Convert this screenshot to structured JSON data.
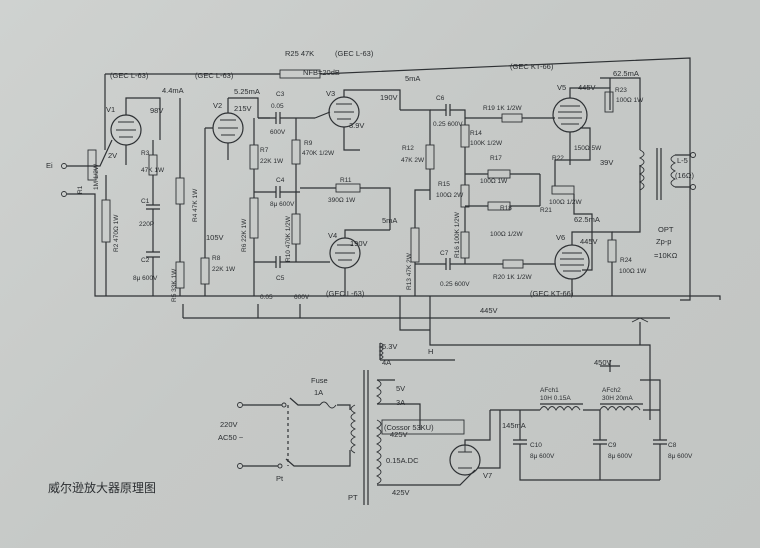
{
  "caption": "威尔逊放大器原理图",
  "tubes": {
    "v1": {
      "ref": "V1",
      "type": "(GEC L-63)",
      "plate_v": "98V",
      "current": "4.4mA",
      "cathode_v": "2V"
    },
    "v2": {
      "ref": "V2",
      "type": "(GEC L-63)",
      "plate_v": "215V",
      "current": "5.25mA"
    },
    "v3": {
      "ref": "V3",
      "plate_v": "190V",
      "cathode_v": "3.9V",
      "current": "5mA"
    },
    "v4": {
      "ref": "V4",
      "type": "(GEC L-63)",
      "plate_v": "190V",
      "current": "5mA",
      "cathode_v": "105V"
    },
    "v5": {
      "ref": "V5",
      "type": "(GEC KT-66)",
      "plate_v": "445V",
      "current": "62.5mA",
      "g2_v": "39V"
    },
    "v6": {
      "ref": "V6",
      "type": "(GEC KT-66)",
      "plate_v": "445V",
      "current": "62.5mA"
    },
    "v7": {
      "ref": "V7",
      "type": "(Cossor 53KU)"
    }
  },
  "feedback": {
    "r25": "R25 47K",
    "type": "(GEC L-63)",
    "nfb": "NFB=20dB"
  },
  "labels": {
    "ei": "Ei",
    "r1": "R1",
    "r1_val": "1M 1/2W",
    "r2": "R2 470Ω 1W",
    "r3": "R3",
    "r3_val": "47K 1W",
    "c1": "C1",
    "c1_val": "220P",
    "c2": "C2",
    "c2_val": "8μ 600V",
    "r4": "R4 47K 1W",
    "r5": "R5 33K 1W",
    "r6": "R6 22K 1W",
    "r7": "R7",
    "r7_val": "22K 1W",
    "r8": "R8",
    "r8_val": "22K 1W",
    "c3": "C3",
    "c3_val": "0.05",
    "c3_v": "600V",
    "c4": "C4",
    "c4_val": "8μ 600V",
    "c5": "C5",
    "c5_val": "0.05",
    "c5_v": "600V",
    "r9": "R9",
    "r9_val": "470K 1/2W",
    "r10": "R10 470K 1/2W",
    "r11": "R11",
    "r11_val": "390Ω 1W",
    "c6": "C6",
    "c6_val": "0.25 600V",
    "c7": "C7",
    "c7_val": "0.25 600V",
    "r12": "R12",
    "r12_val": "47K 2W",
    "r13": "R13 47K 2W",
    "r14": "R14",
    "r14_val": "100K 1/2W",
    "r15": "R15",
    "r15_val": "100Ω 2W",
    "r16": "R16 100K 1/2W",
    "r17": "R17",
    "r17_val": "100Ω 1W",
    "r18": "R18",
    "r18_val": "100Ω 1/2W",
    "r19": "R19 1K 1/2W",
    "r20": "R20 1K 1/2W",
    "r21": "R21",
    "r22": "R22",
    "r22_val": "150Ω 5W",
    "r21_val": "100Ω 1/2W",
    "r23": "R23",
    "r23_val": "100Ω 1W",
    "r24": "R24",
    "r24_val": "100Ω 1W",
    "l5": "L-5",
    "l5_val": "(16Ω)",
    "opt": "OPT",
    "opt_val": "Zp-p",
    "opt_imp": "=10KΩ",
    "b445": "445V",
    "h63": "6.3V",
    "h4a": "4A",
    "h": "H",
    "v5v": "5V",
    "v3a": "3A",
    "v425a": "425V",
    "v015": "0.15A.DC",
    "v425b": "425V",
    "fuse": "Fuse",
    "fuse_val": "1A",
    "ac": "220V",
    "ac2": "AC50 ~",
    "pt_sw": "Pt",
    "pt": "PT",
    "ma145": "145mA",
    "v450": "450V",
    "afch1": "AFch1",
    "afch1_val": "10H 0.15A",
    "afch2": "AFch2",
    "afch2_val": "30H 20mA",
    "c10": "C10",
    "c10_val": "8μ 600V",
    "c9": "C9",
    "c9_val": "8μ 600V",
    "c8": "C8",
    "c8_val": "8μ 600V"
  }
}
